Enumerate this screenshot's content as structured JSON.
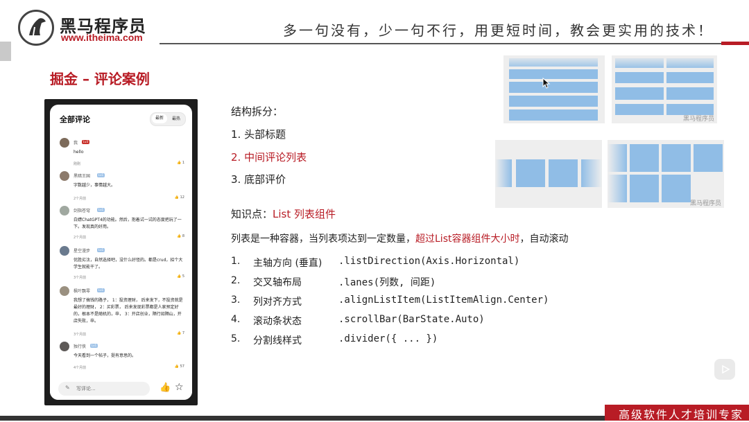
{
  "header": {
    "brand_name": "黑马程序员",
    "brand_url": "www.itheima.com",
    "slogan": "多一句没有，少一句不行，用更短时间，教会更实用的技术！"
  },
  "page_title": "掘金 – 评论案例",
  "phone": {
    "title": "全部评论",
    "tabs": [
      "最新",
      "最热"
    ],
    "comments": [
      {
        "name": "我",
        "level": "Lv3",
        "text": "hello",
        "time": "刚刚",
        "likes": "1"
      },
      {
        "name": "黑暗王国",
        "level": "Lv1",
        "text": "字数越少，事情越大。",
        "time": "2个月前",
        "likes": "12"
      },
      {
        "name": "剑指苍穹",
        "level": "Lv1",
        "text": "白嫖ChatGPT4的功能。然后，抱着试一试的态度把玩了一下。发现真的好用。",
        "time": "2个月前",
        "likes": "8"
      },
      {
        "name": "星空漫步",
        "level": "Lv1",
        "text": "优胜劣汰，自然选择吧，没什么好怪的。都是crud，招个大学生就能干了。",
        "time": "3个月前",
        "likes": "5"
      },
      {
        "name": "枫叶飘零",
        "level": "Lv1",
        "text": "我想了搞钱的路子， 1：投资理财， 后来发下，不投资就是最好的理财， 2：买彩票， 后来发现彩票都是人家预定好的，根本不是随机的，卒， 3：开店创业，隔行如隔山，开店失败，卒。",
        "time": "3个月前",
        "likes": "7"
      },
      {
        "name": "独行侠",
        "level": "Lv1",
        "text": "今天看到一个帖子，挺有意思的。",
        "time": "4个月前",
        "likes": "57"
      }
    ],
    "write_placeholder": "写评论..."
  },
  "structure": {
    "heading": "结构拆分：",
    "items": [
      "1. 头部标题",
      "2. 中间评论列表",
      "3. 底部评价"
    ]
  },
  "knowledge": {
    "label": "知识点：",
    "topic": "List 列表组件",
    "desc_prefix": "列表是一种容器，当列表项达到一定数量，",
    "desc_highlight": "超过List容器组件大小时",
    "desc_suffix": "，自动滚动",
    "props": [
      {
        "num": "1.",
        "label": "主轴方向 (垂直)",
        "code": ".listDirection(Axis.Horizontal)"
      },
      {
        "num": "2.",
        "label": "交叉轴布局",
        "code": ".lanes(列数, 间距)"
      },
      {
        "num": "3.",
        "label": "列对齐方式",
        "code": ".alignListItem(ListItemAlign.Center)"
      },
      {
        "num": "4.",
        "label": "滚动条状态",
        "code": ".scrollBar(BarState.Auto)"
      },
      {
        "num": "5.",
        "label": "分割线样式",
        "code": ".divider({ ... })"
      }
    ]
  },
  "diagrams": {
    "watermark": "黑马程序员"
  },
  "footer": {
    "tagline": "高级软件人才培训专家"
  },
  "colors": {
    "brand_red": "#b81c25",
    "diagram_blue": "#90bde6"
  }
}
